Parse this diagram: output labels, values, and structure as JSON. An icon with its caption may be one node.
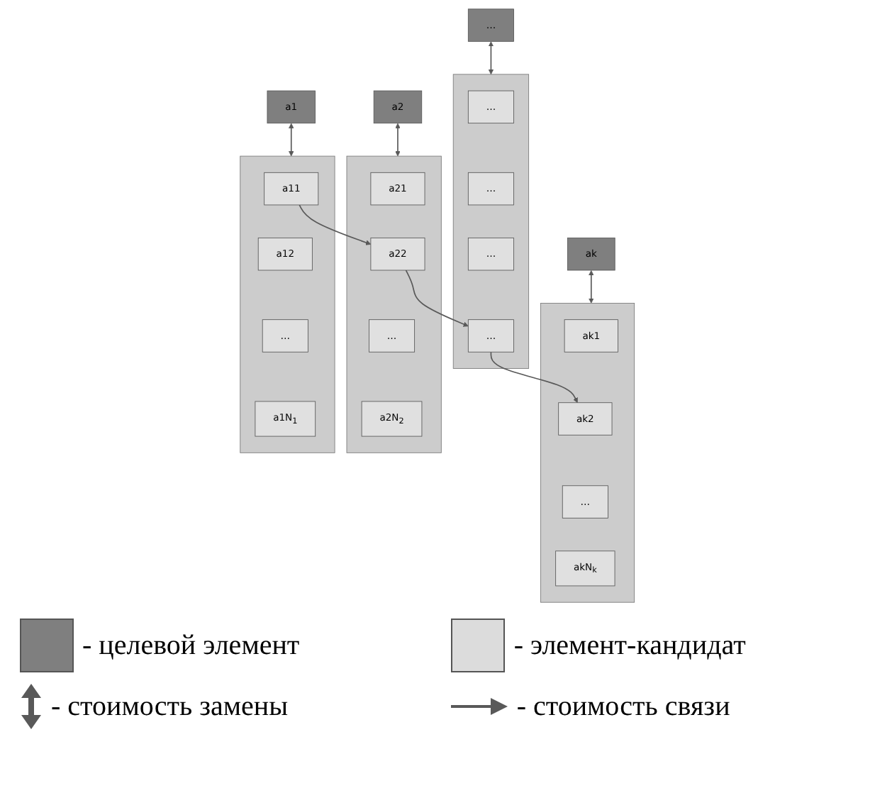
{
  "diagram": {
    "nodes": [
      {
        "text": [
          "a1"
        ]
      },
      {
        "text": [
          "a2"
        ]
      },
      {
        "text": [
          "…"
        ]
      },
      {
        "text": [
          "ak"
        ]
      },
      {
        "text": [],
        "shape": "box"
      },
      {
        "text": [
          "a11"
        ],
        "in": 4
      },
      {
        "text": [
          "a12"
        ],
        "in": 4
      },
      {
        "text": [
          "…"
        ],
        "in": 4
      },
      {
        "text": [
          "a1N$_{1}$"
        ],
        "in": 4
      },
      {
        "text": [],
        "shape": "box"
      },
      {
        "text": [
          "a21"
        ],
        "in": 9
      },
      {
        "text": [
          "a22"
        ],
        "in": 9
      },
      {
        "text": [
          "…"
        ],
        "in": 9
      },
      {
        "text": [
          "a2N$_{2}$"
        ],
        "in": 9
      },
      {
        "text": [],
        "shape": "box"
      },
      {
        "text": [
          "…"
        ],
        "in": 14
      },
      {
        "text": [
          "…"
        ],
        "in": 14
      },
      {
        "text": [
          "…"
        ],
        "in": 14
      },
      {
        "text": [
          "…"
        ],
        "in": 14
      },
      {
        "text": [],
        "shape": "box"
      },
      {
        "text": [
          "ak1"
        ],
        "in": 19
      },
      {
        "text": [
          "ak2"
        ],
        "in": 19
      },
      {
        "text": [
          "…"
        ],
        "in": 19
      },
      {
        "text": [
          "akN$_{k}$"
        ],
        "in": 19
      }
    ],
    "edges": [
      {
        "from": 0,
        "to": 4,
        "arrow": "both"
      },
      {
        "from": 1,
        "to": 9,
        "arrow": "both"
      },
      {
        "from": 2,
        "to": 14,
        "arrow": "both"
      },
      {
        "from": 3,
        "to": 19,
        "arrow": "both"
      },
      {
        "from": 5,
        "to": 11,
        "arrow": "to"
      },
      {
        "from": 11,
        "to": 18,
        "arrow": "to"
      },
      {
        "from": 18,
        "to": 21,
        "arrow": "to"
      }
    ],
    "legend": [
      {
        "text": "- целевой элемент",
        "color": "#7f7f7f"
      },
      {
        "text": "- элемент-кандидат",
        "color": "#dcdcdc"
      },
      {
        "text": "- стоимость замены"
      },
      {
        "text": "- стоимость связи"
      }
    ]
  }
}
